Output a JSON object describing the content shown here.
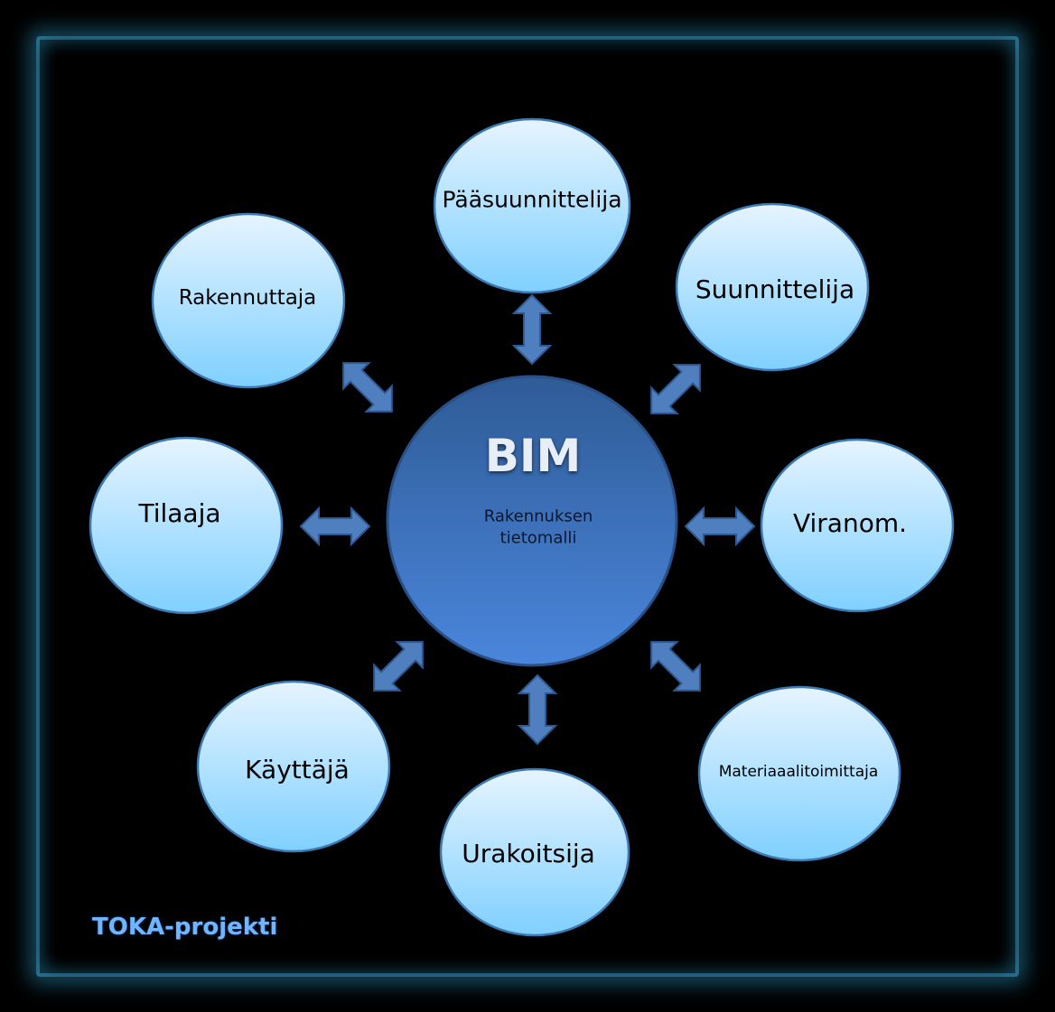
{
  "hub": {
    "title": "BIM",
    "subtitle_line1": "Rakennuksen",
    "subtitle_line2": "tietomalli"
  },
  "nodes": [
    {
      "id": "paasuunnittelija",
      "label": "Pääsuunnittelija"
    },
    {
      "id": "suunnittelija",
      "label": "Suunnittelija"
    },
    {
      "id": "viranom",
      "label": "Viranom."
    },
    {
      "id": "materiaalitoimittaja",
      "label": "Materiaaalitoimittaja"
    },
    {
      "id": "urakoitsija",
      "label": "Urakoitsija"
    },
    {
      "id": "kayttaja",
      "label": "Käyttäjä"
    },
    {
      "id": "tilaaja",
      "label": "Tilaaja"
    },
    {
      "id": "rakennuttaja",
      "label": "Rakennuttaja"
    }
  ],
  "footer": "TOKA-projekti",
  "colors": {
    "hub_top": "#2f5b96",
    "hub_bottom": "#4a86dc",
    "node_top": "#e6f4ff",
    "node_bottom": "#7fd0ff",
    "arrow_fill": "#4f7fbf",
    "arrow_stroke": "#2e5a94",
    "frame": "#2a6f8e",
    "footer_text": "#6fb6ff"
  }
}
